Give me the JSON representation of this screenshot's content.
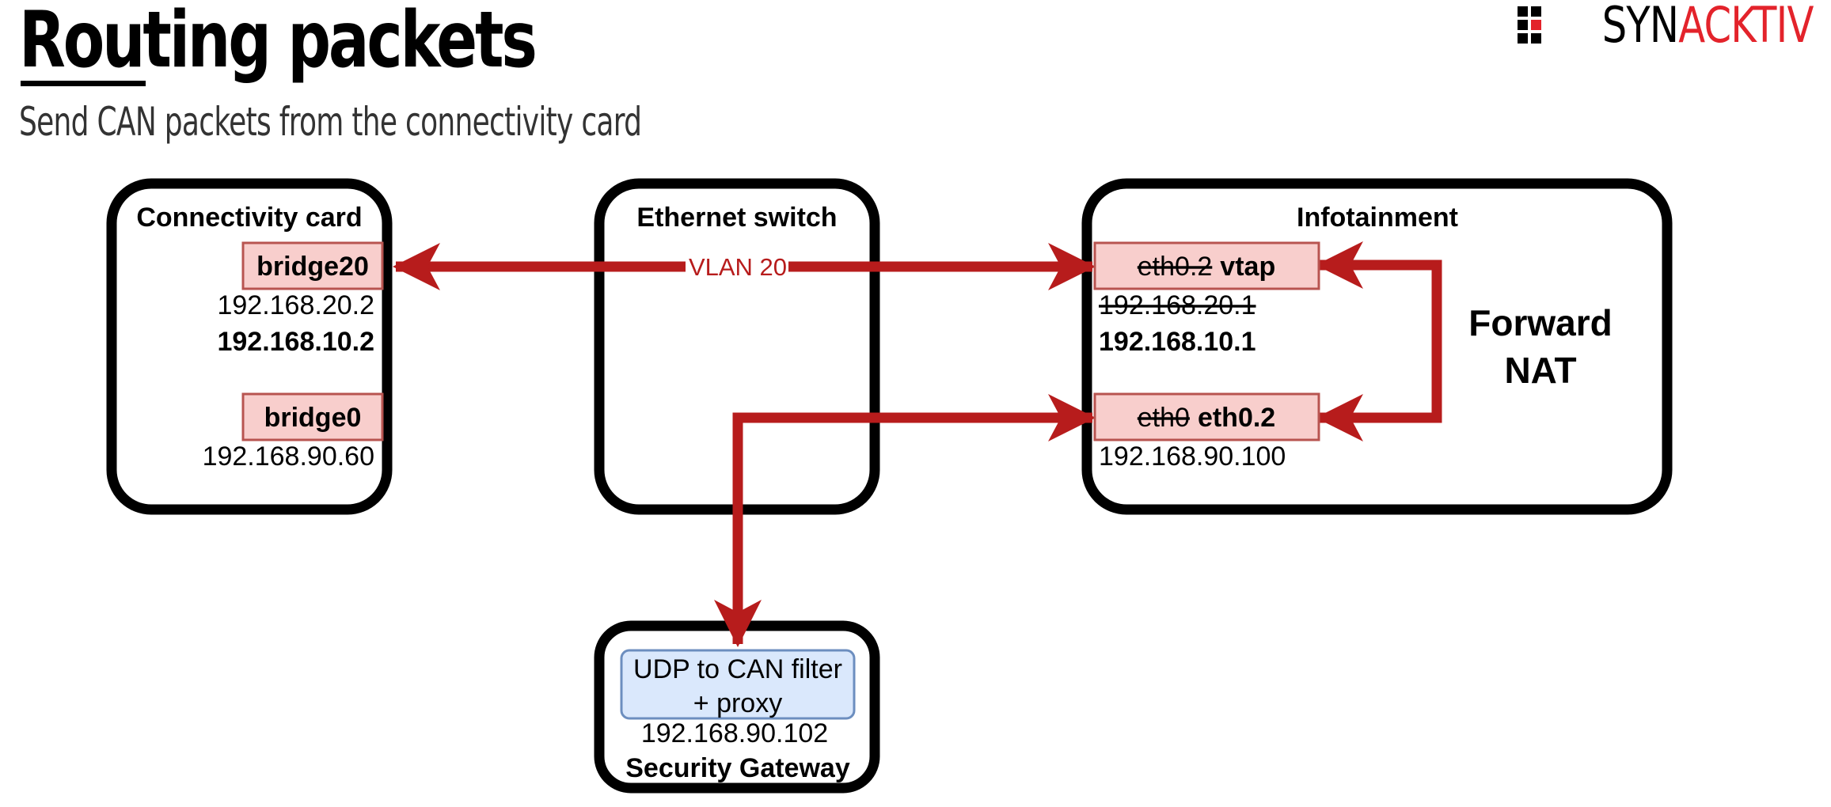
{
  "header": {
    "title": "Routing packets",
    "subtitle": "Send CAN packets from the connectivity card"
  },
  "logo": {
    "part1": "SYN",
    "part2": "ACKTIV",
    "accent_color": "#e3232b"
  },
  "colors": {
    "arrow": "#b71c1c",
    "iface_fill": "#f8cecc",
    "iface_stroke": "#b85450",
    "filter_fill": "#dae8fc",
    "filter_stroke": "#6c8ebf"
  },
  "diagram": {
    "connectivity": {
      "title": "Connectivity card",
      "if1": "bridge20",
      "if1_ip1": "192.168.20.2",
      "if1_ip2": "192.168.10.2",
      "if2": "bridge0",
      "if2_ip": "192.168.90.60"
    },
    "switch": {
      "title": "Ethernet switch",
      "vlan": "VLAN 20"
    },
    "infotainment": {
      "title": "Infotainment",
      "if1_old": "eth0.2",
      "if1_new": "vtap",
      "if1_ip_old": "192.168.20.1",
      "if1_ip_new": "192.168.10.1",
      "if2_old": "eth0",
      "if2_new": "eth0.2",
      "if2_ip": "192.168.90.100",
      "note_line1": "Forward",
      "note_line2": "NAT"
    },
    "gateway": {
      "filter_line1": "UDP to CAN filter",
      "filter_line2": "+ proxy",
      "ip": "192.168.90.102",
      "title": "Security Gateway"
    }
  }
}
